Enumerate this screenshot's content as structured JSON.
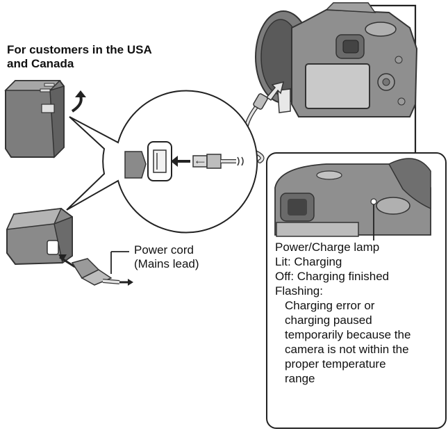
{
  "heading": {
    "line1": "For customers in the USA",
    "line2": "and Canada"
  },
  "power_cord_label": {
    "line1": "Power cord",
    "line2": "(Mains lead)"
  },
  "lamp_info": {
    "title": "Power/Charge lamp",
    "lit": "Lit: Charging",
    "off": "Off: Charging finished",
    "flashing": "Flashing:",
    "flashing_desc": [
      "Charging error or",
      "charging paused",
      "temporarily because the",
      "camera is not within the",
      "proper temperature",
      "range"
    ]
  }
}
